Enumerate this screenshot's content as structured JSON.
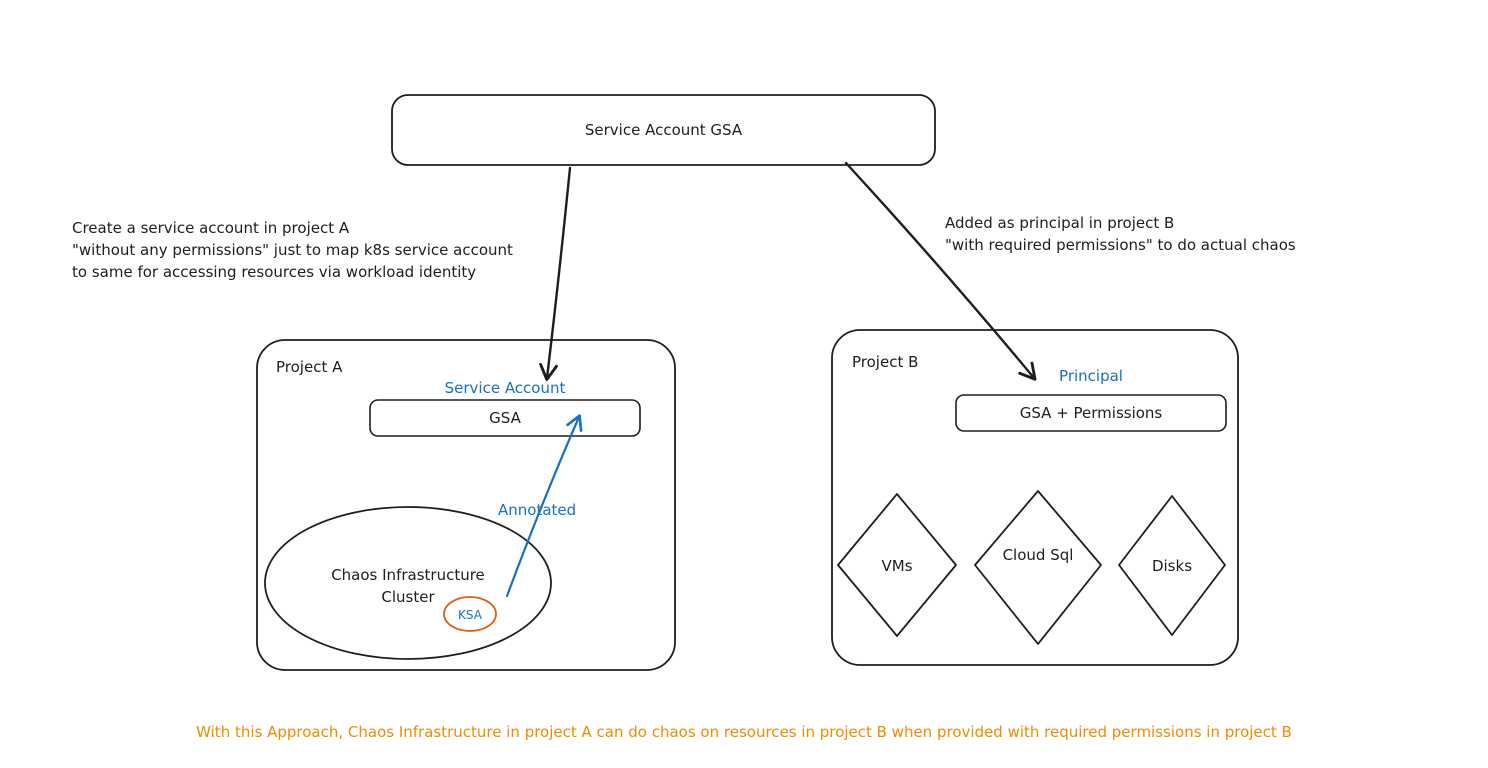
{
  "colors": {
    "ink": "#1e1e1e",
    "blue": "#1971c2",
    "orange_ring": "#e8590c",
    "orange_text": "#f08c00",
    "background": "#ffffff"
  },
  "top_box": {
    "label": "Service Account GSA"
  },
  "left_note": {
    "lines": [
      "Create a service account in project A",
      "\"without any permissions\" just to map k8s service account",
      "to same for accessing resources via workload identity"
    ]
  },
  "right_note": {
    "lines": [
      "Added as principal in project B",
      "\"with required permissions\" to do actual chaos"
    ]
  },
  "project_a": {
    "title": "Project A",
    "service_account_label": "Service Account",
    "gsa_box_label": "GSA",
    "cluster_line1": "Chaos Infrastructure",
    "cluster_line2": "Cluster",
    "ksa_label": "KSA",
    "annotated_label": "Annotated"
  },
  "project_b": {
    "title": "Project B",
    "principal_label": "Principal",
    "gsa_permissions_label": "GSA + Permissions",
    "resources": [
      {
        "label": "VMs"
      },
      {
        "label": "Cloud Sql"
      },
      {
        "label": "Disks"
      }
    ]
  },
  "footer": {
    "text": "With this Approach, Chaos Infrastructure in project A can do chaos on resources in project B when provided with required permissions in project B"
  }
}
